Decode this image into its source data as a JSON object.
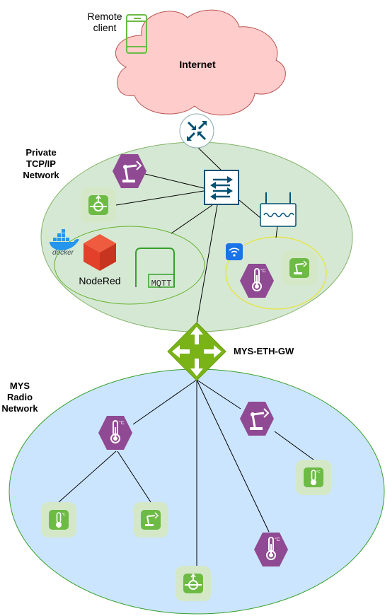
{
  "labels": {
    "remote_client_l1": "Remote",
    "remote_client_l2": "client",
    "internet": "Internet",
    "private_l1": "Private",
    "private_l2": "TCP/IP",
    "private_l3": "Network",
    "docker": "docker",
    "nodered": "NodeRed",
    "mqtt": "MQTT",
    "gateway": "MYS-ETH-GW",
    "radio_l1": "MYS",
    "radio_l2": "Radio",
    "radio_l3": "Network",
    "temp_unit": "°C"
  },
  "colors": {
    "cloud_fill": "#ffcccc",
    "cloud_stroke": "#b85450",
    "private_fill": "#d5e8d4",
    "private_stroke": "#82b366",
    "radio_fill": "#cce5ff",
    "radio_stroke": "#36a02b",
    "purple": "#8f4a93",
    "green_tile": "#6dbb45",
    "green_tile_bg": "#d4e8c8",
    "switch_blue": "#005073",
    "gateway_green": "#7ab317",
    "nodered_red": "#e2402b",
    "docker_blue": "#2496ed",
    "wifi_blue": "#1a73e8",
    "yellow_ring": "#e5e54d"
  },
  "icons": [
    "phone-icon",
    "router-icon",
    "switch-icon",
    "wifi-modem-icon",
    "wifi-badge-icon",
    "docker-icon",
    "nodered-cube-icon",
    "mqtt-icon",
    "gateway-arrows-icon",
    "temperature-sensor-icon",
    "robot-arm-icon",
    "actuator-icon"
  ]
}
